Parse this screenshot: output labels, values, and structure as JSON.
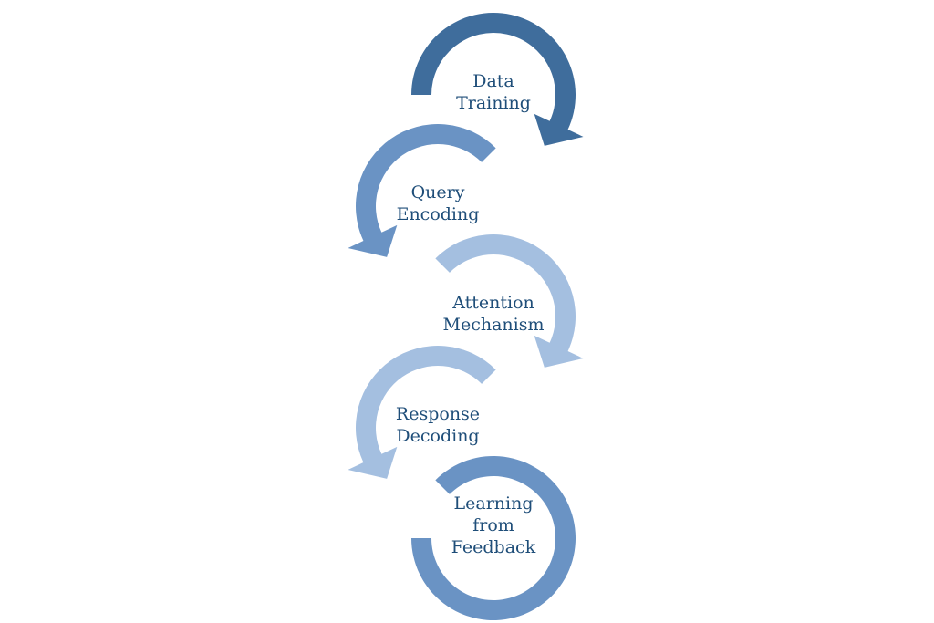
{
  "diagram": {
    "steps": [
      {
        "lines": [
          "Data",
          "Training"
        ],
        "color": "#3f6d9c",
        "text_color": "#1f4e79"
      },
      {
        "lines": [
          "Query",
          "Encoding"
        ],
        "color": "#6a93c4",
        "text_color": "#1f4e79"
      },
      {
        "lines": [
          "Attention",
          "Mechanism"
        ],
        "color": "#a4bfe0",
        "text_color": "#1f4e79"
      },
      {
        "lines": [
          "Response",
          "Decoding"
        ],
        "color": "#a4bfe0",
        "text_color": "#1f4e79"
      },
      {
        "lines": [
          "Learning",
          "from",
          "Feedback"
        ],
        "color": "#6a93c4",
        "text_color": "#1f4e79"
      }
    ]
  }
}
